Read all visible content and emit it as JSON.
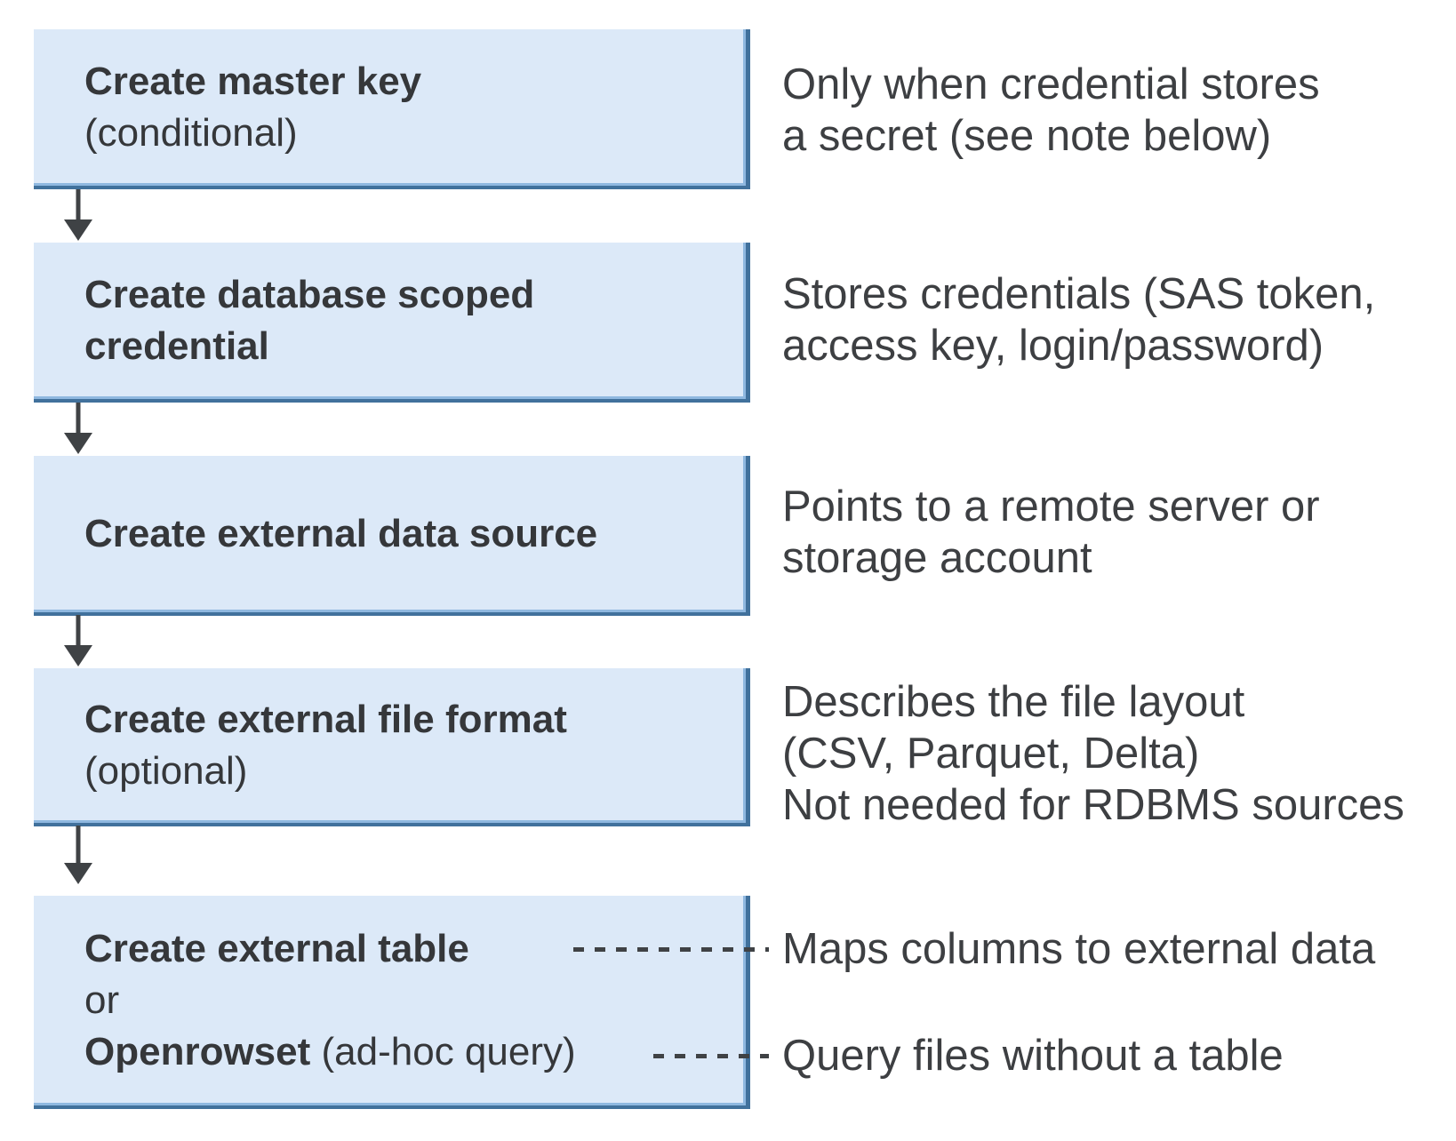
{
  "steps": [
    {
      "rows": [
        {
          "bold": "Create master key"
        },
        {
          "regular": "(conditional)"
        }
      ]
    },
    {
      "rows": [
        {
          "bold": "Create database scoped"
        },
        {
          "bold": "credential"
        }
      ]
    },
    {
      "rows": [
        {
          "bold": "Create external data source"
        }
      ]
    },
    {
      "rows": [
        {
          "bold": "Create external file format"
        },
        {
          "regular": "(optional)"
        }
      ]
    },
    {
      "rows": [
        {
          "bold": "Create external table"
        },
        {
          "regular": "or"
        },
        {
          "bold": "Openrowset",
          "regular": " (ad-hoc query)"
        }
      ]
    }
  ],
  "notes": [
    {
      "lines": [
        "Only when credential stores",
        "a secret (see note below)"
      ]
    },
    {
      "lines": [
        "Stores credentials (SAS token,",
        "access key, login/password)"
      ]
    },
    {
      "lines": [
        "Points to a remote server or",
        "storage account"
      ]
    },
    {
      "lines": [
        "Describes the file layout",
        "(CSV, Parquet, Delta)",
        "Not needed for RDBMS sources"
      ]
    },
    {
      "lines": [
        "Maps columns to external data"
      ]
    },
    {
      "lines": [
        "Query files without a table"
      ]
    }
  ],
  "colors": {
    "box_fill": "#dce9f8",
    "box_border": "#41719c",
    "box_border_inner": "#8fb8e0",
    "title_text": "#35373a",
    "note_text": "#3d3f42",
    "arrow": "#3f4245"
  }
}
